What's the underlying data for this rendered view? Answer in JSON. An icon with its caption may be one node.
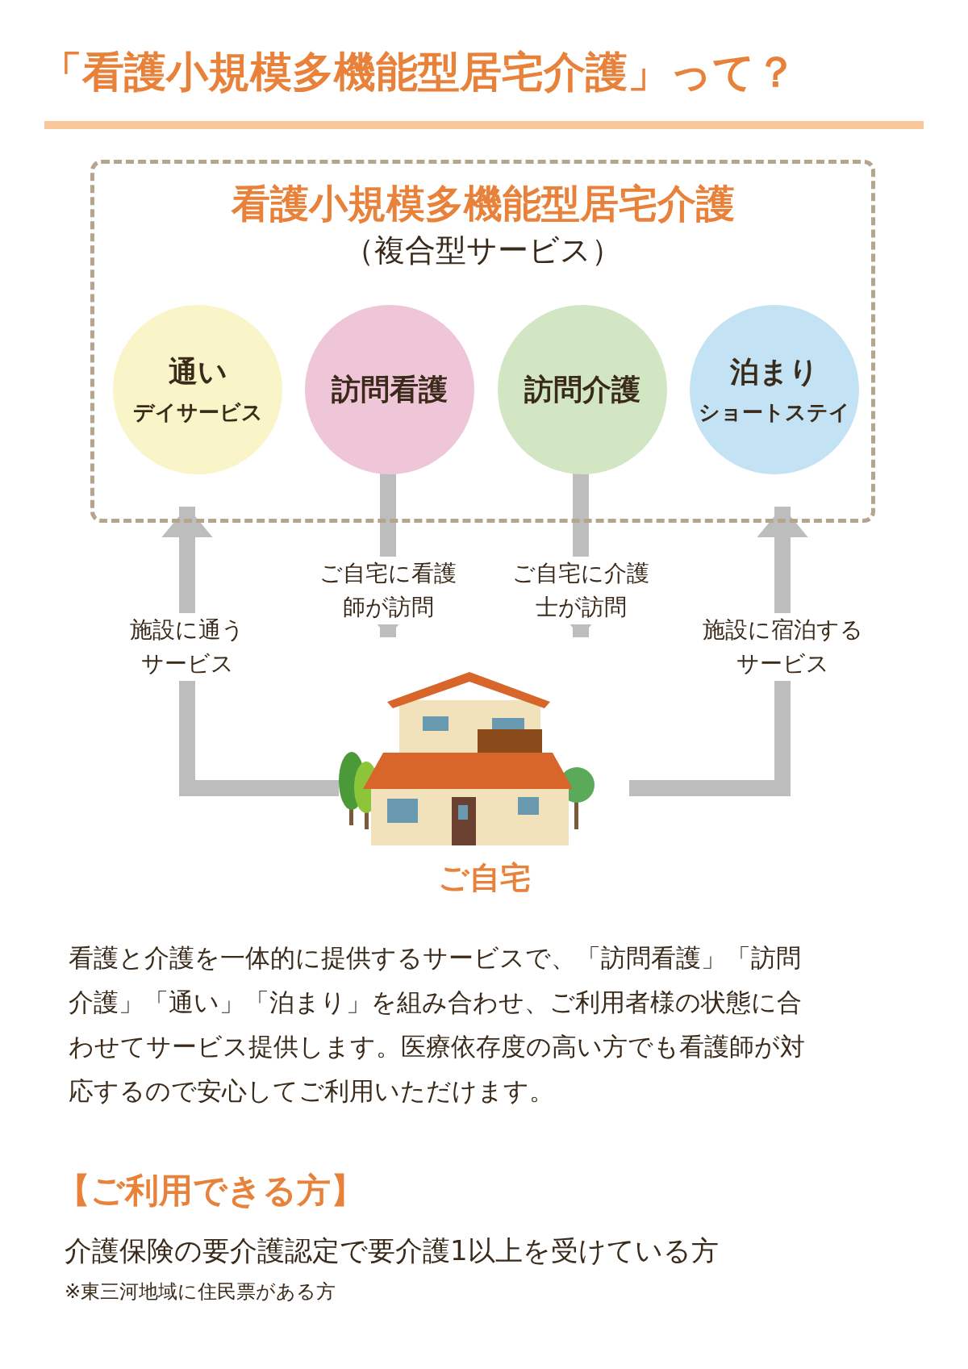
{
  "diagram": {
    "title": "「看護小規模多機能型居宅介護」って？",
    "nodes": [
      {
        "text": [
          "看護小規模多機能型居宅介護",
          "（複合型サービス）"
        ]
      },
      {
        "text": [
          "通い",
          "デイサービス"
        ],
        "in": 0
      },
      {
        "text": [
          "訪問看護"
        ],
        "in": 0
      },
      {
        "text": [
          "訪問介護"
        ],
        "in": 0
      },
      {
        "text": [
          "泊まり",
          "ショートステイ"
        ],
        "in": 0
      },
      {
        "text": [
          "ご自宅"
        ]
      }
    ],
    "edges": [
      {
        "from": 5,
        "to": 1,
        "arrow": "to",
        "label": "施設に通うサービス"
      },
      {
        "from": 2,
        "to": 5,
        "arrow": "to",
        "label": "ご自宅に看護師が訪問"
      },
      {
        "from": 3,
        "to": 5,
        "arrow": "to",
        "label": "ご自宅に介護士が訪問"
      },
      {
        "from": 5,
        "to": 4,
        "arrow": "to",
        "label": "施設に宿泊するサービス"
      }
    ],
    "labels": [
      "看護と介護を一体的に提供するサービスで、「訪問看護」「訪問介護」「通い」「泊まり」を組み合わせ、ご利用者様の状態に合わせてサービス提供します。医療依存度の高い方でも看護師が対応するので安心してご利用いただけます。",
      "【ご利用できる方】",
      "介護保険の要介護認定で要介護1以上を受けている方",
      "※東三河地域に住民票がある方"
    ]
  }
}
